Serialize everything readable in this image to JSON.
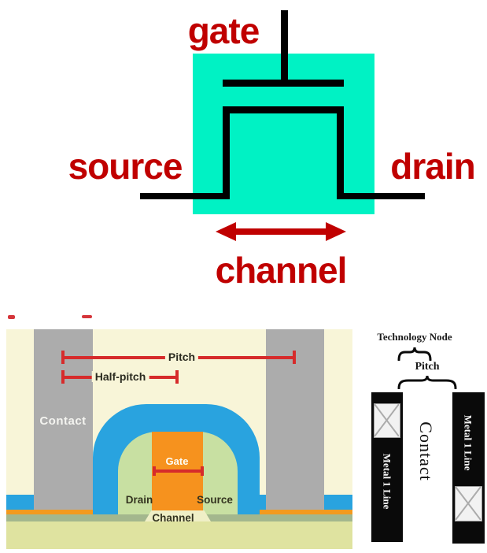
{
  "transistor_schematic": {
    "gate_label": "gate",
    "source_label": "source",
    "drain_label": "drain",
    "channel_label": "channel"
  },
  "cross_section": {
    "pitch_label": "Pitch",
    "half_pitch_label": "Half-pitch",
    "contact_label": "Contact",
    "gate_label": "Gate",
    "drain_label": "Drain",
    "source_label": "Source",
    "channel_label": "Channel"
  },
  "pitch_diagram": {
    "technology_node_label": "Technology Node",
    "pitch_label": "Pitch",
    "contact_label": "Contact",
    "metal1_left_label": "Metal 1 Line",
    "metal1_right_label": "Metal 1 Line"
  },
  "colors": {
    "label_red": "#C00000",
    "channel_body_teal": "#00F2C4",
    "symbol_black": "#000000",
    "dimension_red": "#D62B2B",
    "contact_gray": "#ACACAC",
    "panel_cream": "#F8F5D8",
    "oxide_blue": "#29A3DF",
    "spacer_green": "#C8E0A2",
    "gate_orange": "#F6921E",
    "silicide_orange": "#F29A1F",
    "well_olive": "#A3B78D",
    "substrate_green": "#DFE3A0",
    "metal_bar_black": "#0A0A0A"
  }
}
